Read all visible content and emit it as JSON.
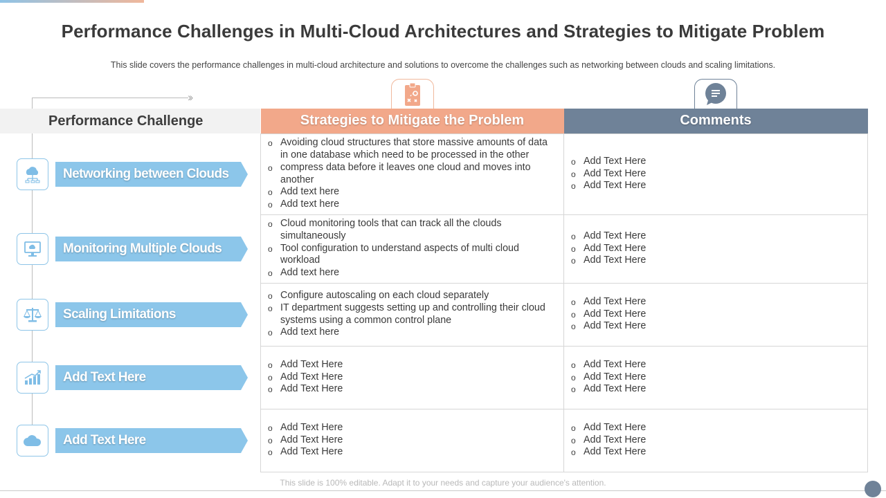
{
  "title": "Performance Challenges in Multi-Cloud Architectures and Strategies to Mitigate Problem",
  "subtitle": "This slide covers the performance  challenges in multi-cloud architecture and solutions to overcome  the challenges  such as networking  between  clouds and scaling limitations.",
  "headers": {
    "challenge": "Performance Challenge",
    "strategies": "Strategies to Mitigate  the Problem",
    "comments": "Comments"
  },
  "colors": {
    "banner": "#8cc6ea",
    "strategies_header": "#f2a88a",
    "comments_header": "#6f8298"
  },
  "rows": [
    {
      "challenge": "Networking between Clouds",
      "icon": "cloud-network-icon",
      "strategies": [
        "Avoiding cloud structures that store massive amounts of data in one database which need to be processed in the other",
        "compress data before it leaves one cloud and moves into another",
        "Add text here",
        "Add text here"
      ],
      "comments": [
        "Add Text Here",
        "Add Text Here",
        "Add Text Here"
      ]
    },
    {
      "challenge": "Monitoring Multiple Clouds",
      "icon": "monitor-cloud-icon",
      "strategies": [
        "Cloud monitoring tools that can track all the clouds simultaneously",
        "Tool configuration to understand aspects of multi cloud workload",
        "Add text here"
      ],
      "comments": [
        "Add Text Here",
        "Add Text Here",
        "Add Text Here"
      ]
    },
    {
      "challenge": "Scaling Limitations",
      "icon": "balance-scale-icon",
      "strategies": [
        "Configure autoscaling on each cloud separately",
        "IT department suggests setting up and controlling their cloud systems using a common control plane",
        "Add text here"
      ],
      "comments": [
        "Add Text Here",
        "Add Text Here",
        "Add Text Here"
      ]
    },
    {
      "challenge": "Add Text Here",
      "icon": "bar-chart-icon",
      "strategies": [
        "Add Text Here",
        "Add Text Here",
        "Add Text Here"
      ],
      "comments": [
        "Add Text Here",
        "Add Text Here",
        "Add Text Here"
      ]
    },
    {
      "challenge": "Add Text Here",
      "icon": "cloud-icon",
      "strategies": [
        "Add Text Here",
        "Add Text Here",
        "Add Text Here"
      ],
      "comments": [
        "Add Text Here",
        "Add Text Here",
        "Add Text Here"
      ]
    }
  ],
  "footer": "This slide is 100% editable. Adapt it to your needs and capture your audience's attention."
}
